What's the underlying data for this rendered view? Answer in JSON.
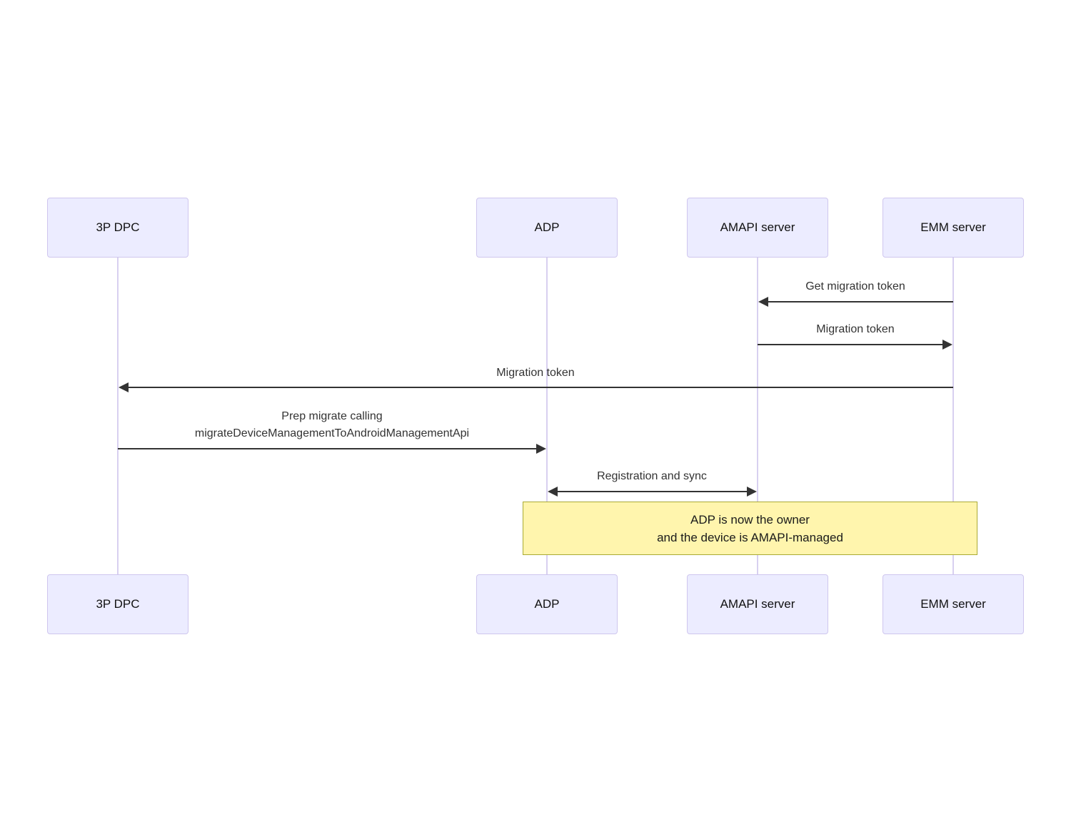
{
  "diagram_type": "sequence-diagram",
  "actors": [
    {
      "label": "3P DPC"
    },
    {
      "label": "ADP"
    },
    {
      "label": "AMAPI server"
    },
    {
      "label": "EMM server"
    }
  ],
  "messages": [
    {
      "text": "Get migration token",
      "from": "EMM server",
      "to": "AMAPI server",
      "arrow": "left"
    },
    {
      "text": "Migration token",
      "from": "AMAPI server",
      "to": "EMM server",
      "arrow": "right"
    },
    {
      "text": "Migration token",
      "from": "EMM server",
      "to": "3P DPC",
      "arrow": "left"
    },
    {
      "text_line1": "Prep migrate calling",
      "text_line2": "migrateDeviceManagementToAndroidManagementApi",
      "from": "3P DPC",
      "to": "ADP",
      "arrow": "right"
    },
    {
      "text": "Registration and sync",
      "from": "ADP",
      "to": "AMAPI server",
      "arrow": "both"
    }
  ],
  "note": {
    "line1": "ADP is now the owner",
    "line2": "and the device is AMAPI-managed"
  },
  "colors": {
    "actor_fill": "#ECECFF",
    "actor_border": "#CFC6EE",
    "lifeline": "#D8D0F0",
    "note_fill": "#FFF5AD",
    "note_border": "#AAAA33",
    "arrow": "#333333",
    "message_text": "#333333"
  }
}
